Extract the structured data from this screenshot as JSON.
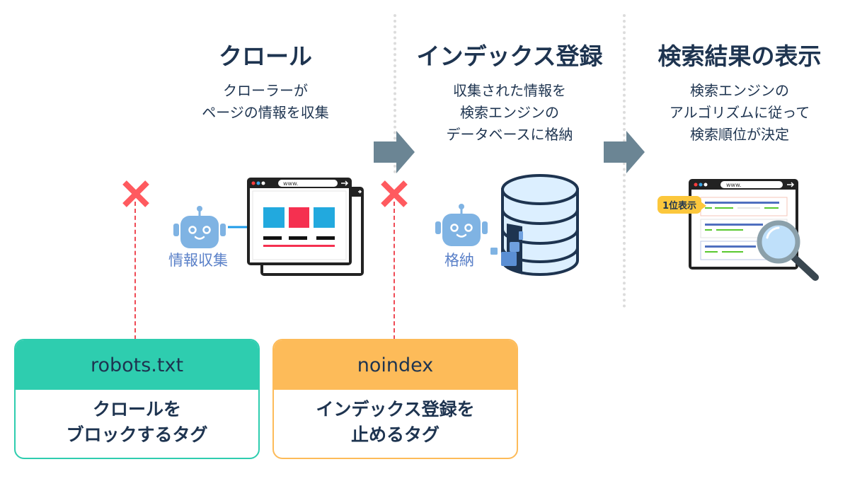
{
  "steps": [
    {
      "title": "クロール",
      "description": "クローラーが\nページの情報を収集",
      "caption": "情報収集"
    },
    {
      "title": "インデックス登録",
      "description": "収集された情報を\n検索エンジンの\nデータベースに格納",
      "caption": "格納"
    },
    {
      "title": "検索結果の表示",
      "description": "検索エンジンの\nアルゴリズムに従って\n検索順位が決定",
      "badge": "1位表示"
    }
  ],
  "browser": {
    "url_text": "www."
  },
  "tags": [
    {
      "name": "robots.txt",
      "description": "クロールを\nブロックするタグ",
      "color": "#2ecdaf"
    },
    {
      "name": "noindex",
      "description": "インデックス登録を\n止めるタグ",
      "color": "#fdbb59"
    }
  ],
  "colors": {
    "text": "#1e3450",
    "arrow": "#6b8594",
    "block_mark": "#ff5a5f",
    "robot": "#7fb3e3",
    "caption": "#5a80c8"
  }
}
